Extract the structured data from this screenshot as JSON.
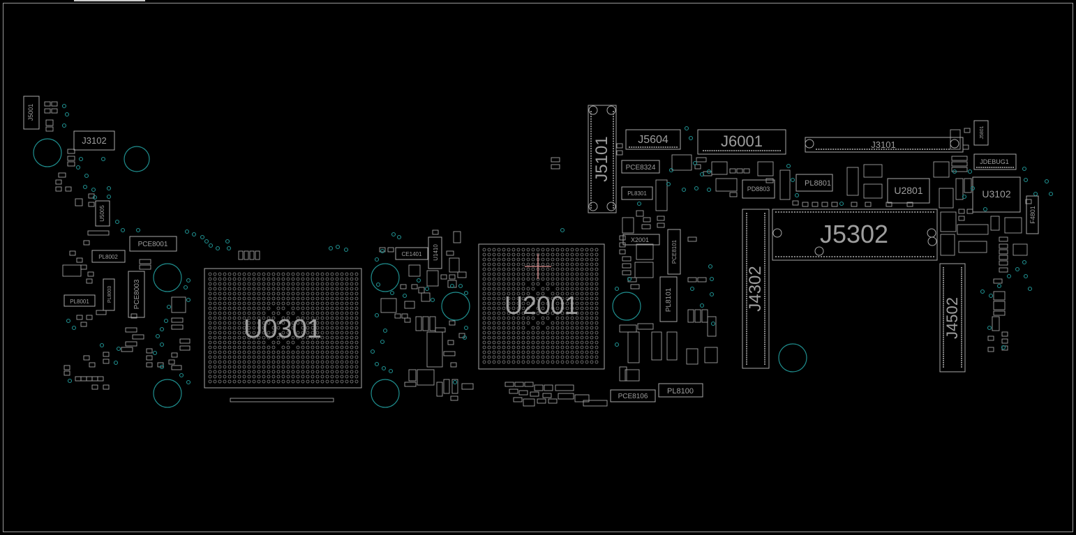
{
  "labels": {
    "u0301": "U0301",
    "u2001": "U2001",
    "j5302": "J5302",
    "j5101": "J5101",
    "j4302": "J4302",
    "j4502": "J4502",
    "j5604": "J5604",
    "j6001": "J6001",
    "j3101": "J3101",
    "j3102": "J3102",
    "u3102": "U3102",
    "u2801": "U2801",
    "pl8801": "PL8801",
    "pl8100": "PL8100",
    "pl8101": "PL8101",
    "pce8106": "PCE8106",
    "pce8324": "PCE8324",
    "pce8001": "PCE8001",
    "pce8003": "PCE8003",
    "jdebug1": "JDEBUG1",
    "x2001": "X2001",
    "pd8803": "PD8803",
    "j5001": "J5001",
    "u5005": "U5005",
    "pl8002": "PL8002",
    "pl8001": "PL8001",
    "pl8003": "PL8003",
    "ce1401": "CE1401",
    "u1410": "U1410",
    "pl8301": "PL8301",
    "pl8101b": "PCE8101",
    "f4801": "F4801",
    "j5801": "J5801"
  },
  "colors": {
    "background": "#000000",
    "outline": "#a8a8a8",
    "via": "#1f8f8f",
    "crosshair": "#d98c8c"
  }
}
